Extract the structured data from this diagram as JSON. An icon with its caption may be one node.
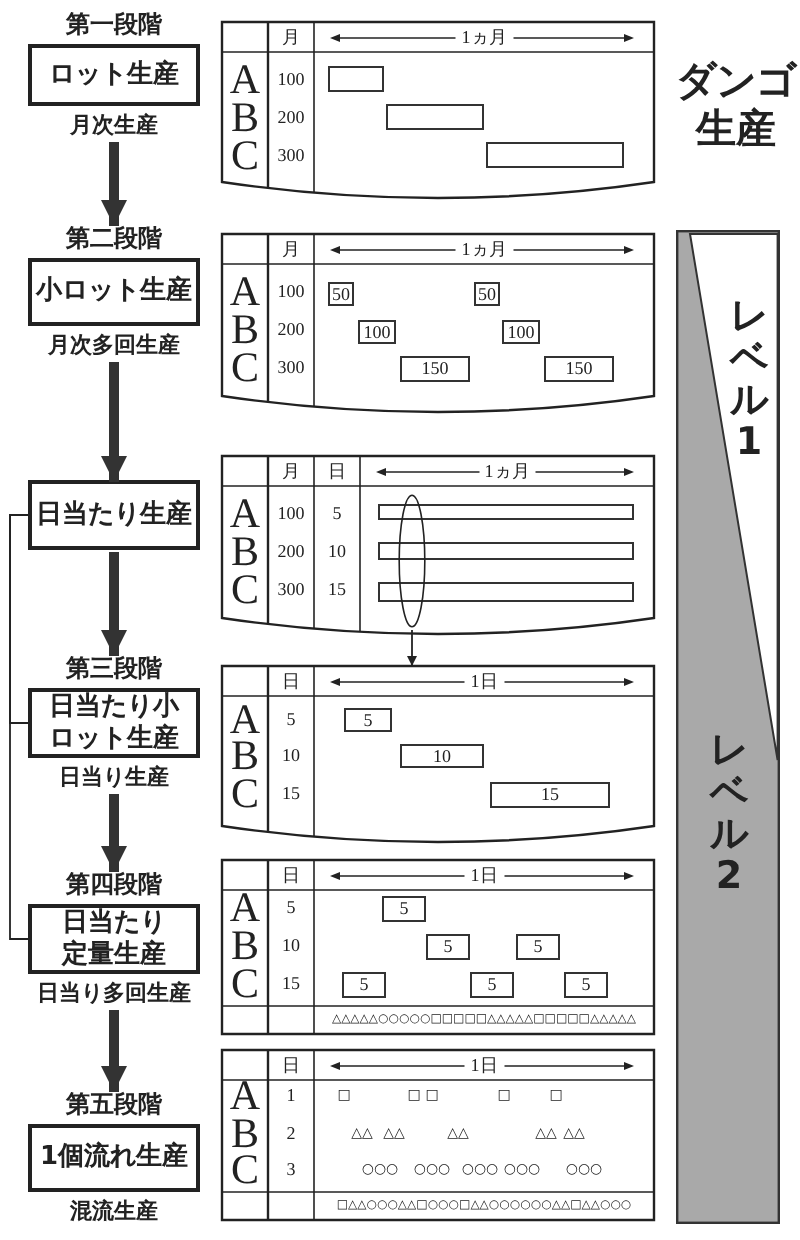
{
  "diagram": {
    "nodes": [
      {
        "text": [
          "第一段階",
          "ロット生産"
        ],
        "beside": [
          "月次生産"
        ]
      },
      {
        "text": [
          "第二段階",
          "小ロット生産"
        ],
        "beside": [
          "月次多回生産"
        ]
      },
      {
        "text": [
          "日当たり生産"
        ]
      },
      {
        "text": [
          "第三段階",
          "日当たり小ロット生産"
        ],
        "beside": [
          "日当り生産"
        ]
      },
      {
        "text": [
          "第四段階",
          "日当たり定量生産"
        ],
        "beside": [
          "日当り多回生産"
        ]
      },
      {
        "text": [
          "第五段階",
          "1個流れ生産"
        ],
        "beside": [
          "混流生産"
        ]
      },
      {
        "text": [],
        "shape": "table"
      },
      {
        "text": [],
        "shape": "bar",
        "in": 6
      },
      {
        "text": [],
        "shape": "bar",
        "in": 6
      },
      {
        "text": [],
        "shape": "bar",
        "in": 6
      },
      {
        "text": [],
        "shape": "table"
      },
      {
        "text": [
          "50"
        ],
        "in": 10
      },
      {
        "text": [
          "50"
        ],
        "in": 10
      },
      {
        "text": [
          "100"
        ],
        "in": 10
      },
      {
        "text": [
          "100"
        ],
        "in": 10
      },
      {
        "text": [
          "150"
        ],
        "in": 10
      },
      {
        "text": [
          "150"
        ],
        "in": 10
      },
      {
        "text": [],
        "shape": "table"
      },
      {
        "text": [],
        "shape": "bar",
        "in": 17
      },
      {
        "text": [],
        "shape": "bar",
        "in": 17
      },
      {
        "text": [],
        "shape": "bar",
        "in": 17
      },
      {
        "text": [],
        "shape": "ellipse",
        "in": 17
      },
      {
        "text": [],
        "shape": "table"
      },
      {
        "text": [
          "5"
        ],
        "in": 22
      },
      {
        "text": [
          "10"
        ],
        "in": 22
      },
      {
        "text": [
          "15"
        ],
        "in": 22
      },
      {
        "text": [],
        "shape": "table"
      },
      {
        "text": [
          "5"
        ],
        "in": 26
      },
      {
        "text": [
          "5"
        ],
        "in": 26
      },
      {
        "text": [
          "5"
        ],
        "in": 26
      },
      {
        "text": [
          "5"
        ],
        "in": 26
      },
      {
        "text": [
          "5"
        ],
        "in": 26
      },
      {
        "text": [
          "5"
        ],
        "in": 26
      },
      {
        "text": [],
        "shape": "table"
      },
      {
        "text": [
          "レベル1",
          "レベル2"
        ]
      }
    ],
    "edges": [
      {
        "from": 0,
        "to": 1,
        "arrow": "to"
      },
      {
        "from": 1,
        "to": 2,
        "arrow": "to"
      },
      {
        "from": 2,
        "to": 3,
        "arrow": "to"
      },
      {
        "from": 3,
        "to": 4,
        "arrow": "to"
      },
      {
        "from": 4,
        "to": 5,
        "arrow": "to"
      },
      {
        "from": 2,
        "to": 3,
        "arrow": "none"
      },
      {
        "from": 2,
        "to": 4,
        "arrow": "none"
      },
      {
        "from": 21,
        "to": 22,
        "arrow": "to"
      }
    ],
    "labels": [
      "ダンゴ生産",
      "月",
      "1ヵ月",
      "A",
      "100",
      "B",
      "200",
      "C",
      "300",
      "月",
      "1ヵ月",
      "A",
      "100",
      "B",
      "200",
      "C",
      "300",
      "月",
      "日",
      "1ヵ月",
      "A",
      "100",
      "5",
      "B",
      "200",
      "10",
      "C",
      "300",
      "15",
      "日",
      "1日",
      "A",
      "5",
      "B",
      "10",
      "C",
      "15",
      "日",
      "1日",
      "A",
      "5",
      "B",
      "10",
      "C",
      "15",
      "△△△△△○○○○○□□□□□△△△△△□□□□□△△△△△",
      "日",
      "1日",
      "A",
      "1",
      "□",
      "□",
      "□",
      "□",
      "□",
      "B",
      "2",
      "△△",
      "△△",
      "△△",
      "△△",
      "△△",
      "C",
      "3",
      "○○○",
      "○○○",
      "○○○",
      "○○○",
      "○○○",
      "□△△○○○△△□○○○□△△○○○○○○△△□△△○○○"
    ]
  }
}
